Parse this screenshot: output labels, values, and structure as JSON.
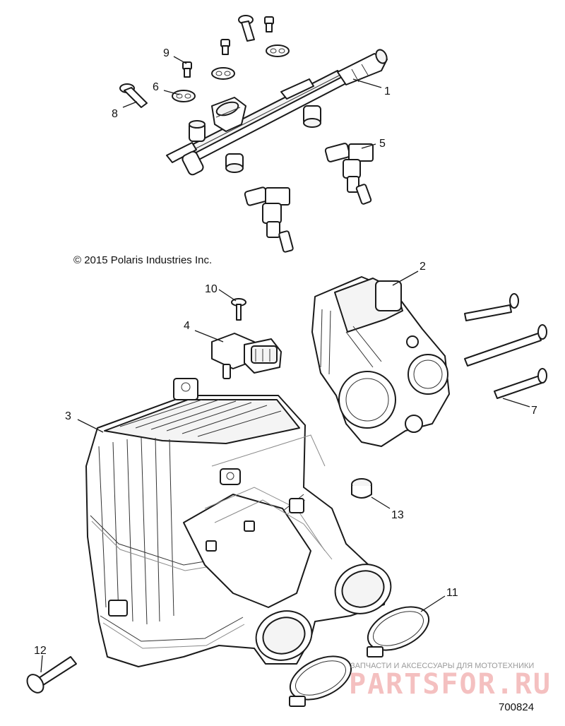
{
  "copyright": "© 2015 Polaris Industries Inc.",
  "figure_number": "700824",
  "watermark": {
    "tagline": "ЗАПЧАСТИ И АКСЕССУАРЫ ДЛЯ МОТОТЕХНИКИ",
    "brand": "PARTSFOR.RU"
  },
  "callouts": [
    "1",
    "2",
    "3",
    "4",
    "5",
    "6",
    "7",
    "8",
    "9",
    "10",
    "11",
    "12",
    "13"
  ],
  "parts": [
    "fuel-rail",
    "throttle-body",
    "intake-manifold",
    "map-sensor",
    "fuel-injector",
    "grommet",
    "throttle-body-bolt",
    "fuel-rail-bolt",
    "screw",
    "sensor-screw",
    "hose-clamp",
    "manifold-bolt",
    "plug"
  ]
}
